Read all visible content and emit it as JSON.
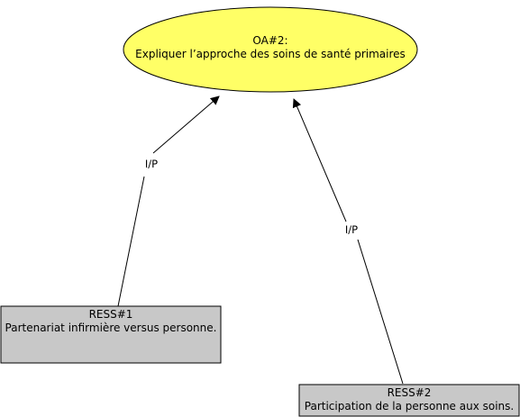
{
  "colors": {
    "ellipse_fill": "#FFFF66",
    "box_fill": "#C8C8C8",
    "stroke": "#000000",
    "background": "#FFFFFF"
  },
  "objective": {
    "title": "OA#2:",
    "text": "Expliquer l’approche des soins de santé primaires"
  },
  "resources": [
    {
      "title": "RESS#1",
      "text": "Partenariat infirmière versus personne."
    },
    {
      "title": "RESS#2",
      "text": "Participation de la personne aux soins."
    }
  ],
  "links": [
    {
      "label": "I/P",
      "from": "RESS#1",
      "to": "OA#2:"
    },
    {
      "label": "I/P",
      "from": "RESS#2",
      "to": "OA#2:"
    }
  ]
}
